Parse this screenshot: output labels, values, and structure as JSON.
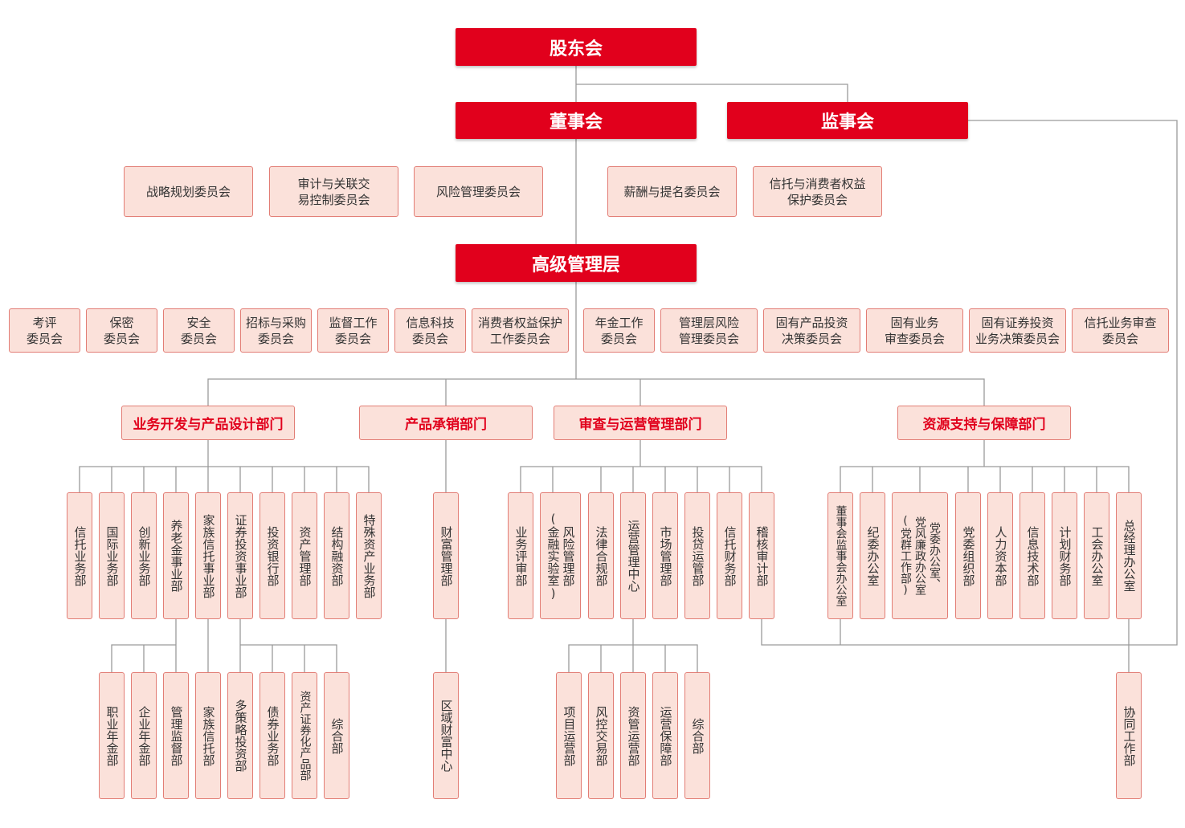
{
  "top": {
    "shareholders": "股东会",
    "board": "董事会",
    "supervisors": "监事会",
    "management": "高级管理层"
  },
  "board_committees": [
    "战略规划委员会",
    "审计与关联交\n易控制委员会",
    "风险管理委员会",
    "薪酬与提名委员会",
    "信托与消费者权益\n保护委员会"
  ],
  "mgmt_committees": [
    "考评\n委员会",
    "保密\n委员会",
    "安全\n委员会",
    "招标与采购\n委员会",
    "监督工作\n委员会",
    "信息科技\n委员会",
    "消费者权益保护\n工作委员会",
    "年金工作\n委员会",
    "管理层风险\n管理委员会",
    "固有产品投资\n决策委员会",
    "固有业务\n审查委员会",
    "固有证券投资\n业务决策委员会",
    "信托业务审查\n委员会"
  ],
  "divisions": [
    "业务开发与产品设计部门",
    "产品承销部门",
    "审查与运营管理部门",
    "资源支持与保障部门"
  ],
  "depts_business": [
    "信托业务部",
    "国际业务部",
    "创新业务部",
    "养老金事业部",
    "家族信托事业部",
    "证券投资事业部",
    "投资银行部",
    "资产管理部",
    "结构融资部",
    "特殊资产业务部"
  ],
  "depts_sales": [
    "财富管理部"
  ],
  "depts_review": [
    "业务评审部",
    "风险管理部\n(金融实验室)",
    "法律合规部",
    "运营管理中心",
    "市场管理部",
    "投贷运管部",
    "信托财务部",
    "稽核审计部"
  ],
  "depts_support": [
    "董事会监事会办公室",
    "纪委办公室",
    "党委办公室、\n党风廉政办公室\n(党群工作部)",
    "党委组织部",
    "人力资本部",
    "信息技术部",
    "计划财务部",
    "工会办公室",
    "总经理办公室"
  ],
  "sub_pension": [
    "职业年金部",
    "企业年金部",
    "管理监督部"
  ],
  "sub_family": [
    "家族信托部"
  ],
  "sub_securities": [
    "多策略投资部",
    "债券业务部",
    "资产证券化产品部",
    "综合部"
  ],
  "sub_wealth": [
    "区域财富中心"
  ],
  "sub_operations": [
    "项目运营部",
    "风控交易部",
    "资管运营部",
    "运营保障部",
    "综合部"
  ],
  "sub_gm_office": [
    "协同工作部"
  ],
  "colors": {
    "primary": "#e1001c",
    "box_fill": "#fbe1da",
    "box_border": "#e27d75",
    "line": "#999999"
  }
}
